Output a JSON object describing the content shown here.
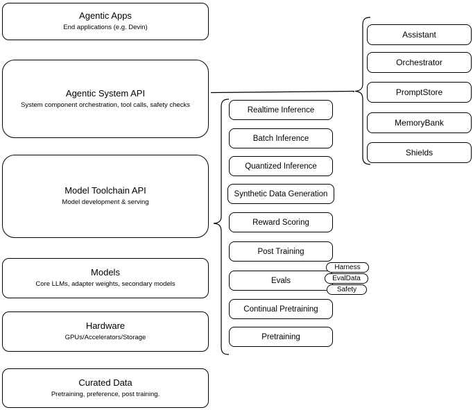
{
  "stack": [
    {
      "title": "Agentic Apps",
      "subtitle": "End applications (e.g. Devin)"
    },
    {
      "title": "Agentic System API",
      "subtitle": "System component orchestration, tool calls, safety checks"
    },
    {
      "title": "Model Toolchain API",
      "subtitle": "Model development & serving"
    },
    {
      "title": "Models",
      "subtitle": "Core LLMs, adapter weights, secondary models"
    },
    {
      "title": "Hardware",
      "subtitle": "GPUs/Accelerators/Storage"
    },
    {
      "title": "Curated Data",
      "subtitle": "Pretraining, preference, post training."
    }
  ],
  "toolchain": {
    "items": [
      "Realtime Inference",
      "Batch Inference",
      "Quantized Inference",
      "Synthetic Data Generation",
      "Reward Scoring",
      "Post Training",
      "Evals",
      "Continual Pretraining",
      "Pretraining"
    ]
  },
  "eval_tags": [
    "Harness",
    "EvalData",
    "Safety"
  ],
  "components": [
    "Assistant",
    "Orchestrator",
    "PromptStore",
    "MemoryBank",
    "Shields"
  ],
  "colors": {
    "stroke": "#000000",
    "background": "#ffffff"
  }
}
